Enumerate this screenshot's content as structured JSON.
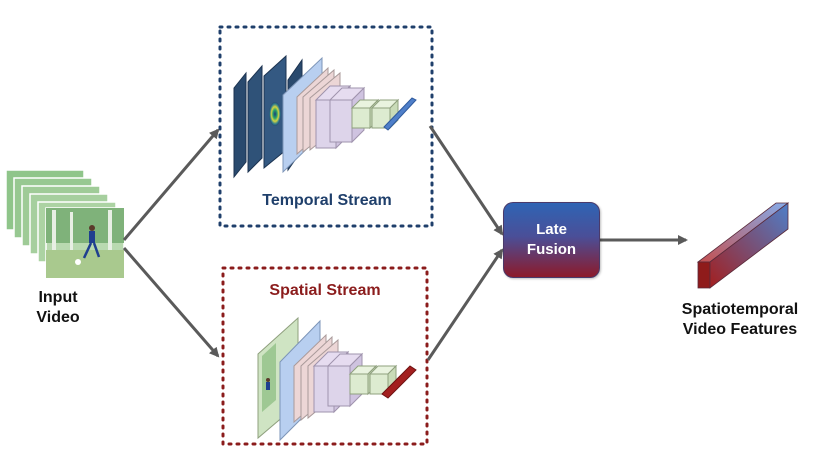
{
  "input": {
    "label_line1": "Input",
    "label_line2": "Video"
  },
  "temporal": {
    "title": "Temporal Stream",
    "color": "#1f3f6b",
    "border": "#1f3f6b"
  },
  "spatial": {
    "title": "Spatial Stream",
    "color": "#8b1c1c",
    "border": "#8b1c1c"
  },
  "fusion": {
    "label_line1": "Late",
    "label_line2": "Fusion",
    "top_color": "#2f64b4",
    "bottom_color": "#8c1a2a"
  },
  "output": {
    "label_line1": "Spatiotemporal",
    "label_line2": "Video Features"
  },
  "colors": {
    "arrow": "#5a5a5a",
    "flow_dark": "#2a4a6e",
    "layer_blue": "#b8cff0",
    "layer_pink": "#ecd6d6",
    "layer_lavender": "#ddd4ea",
    "layer_green": "#ddebd0",
    "feature_blue": "#4f7fc9",
    "feature_red": "#a31f1f"
  }
}
